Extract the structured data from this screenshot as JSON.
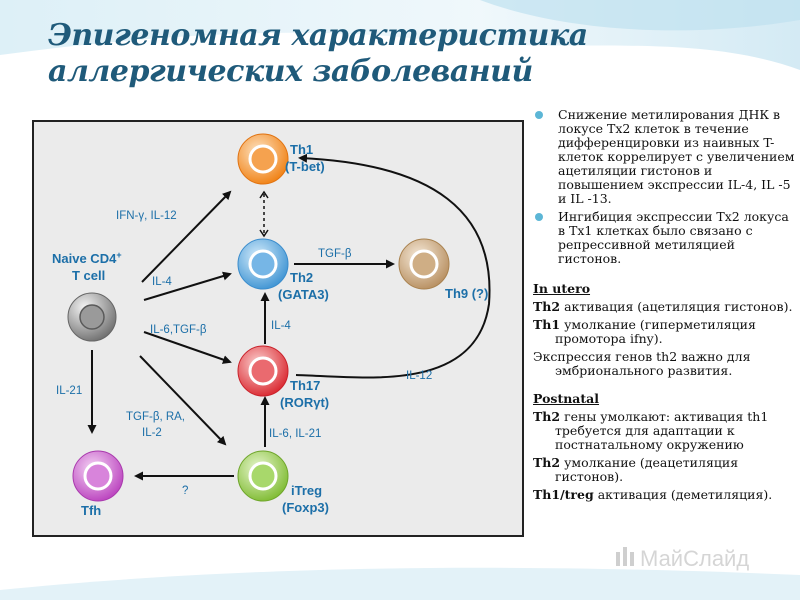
{
  "slide": {
    "title_line1": "Эпигеномная характеристика",
    "title_line2": "аллергических заболеваний"
  },
  "diagram": {
    "cells": {
      "naive": {
        "line1": "Naive CD4",
        "sup": "+",
        "line2": "T cell"
      },
      "th1": {
        "line1": "Th1",
        "line2": "(T-bet)"
      },
      "th2": {
        "line1": "Th2",
        "line2": "(GATA3)"
      },
      "th9": {
        "line1": "Th9 (?)"
      },
      "th17": {
        "line1": "Th17",
        "line2": "(RORγt)"
      },
      "itreg": {
        "line1": "iTreg",
        "line2": "(Foxp3)"
      },
      "tfh": {
        "line1": "Tfh"
      }
    },
    "arrow_labels": {
      "to_th1": "IFN-γ, IL-12",
      "to_th2": "IL-4",
      "to_th17": "IL-6,TGF-β",
      "to_itreg_1": "TGF-β, RA,",
      "to_itreg_2": "IL-2",
      "to_tfh": "IL-21",
      "th2_to_th9": "TGF-β",
      "th17_to_th2": "IL-4",
      "itreg_to_th17": "IL-6, IL-21",
      "itreg_to_tfh": "?",
      "th17_to_th1": "IL-12"
    },
    "colors": {
      "naive": "#8a8a8a",
      "th1": "#f0851e",
      "th2": "#4a9fd8",
      "th9": "#c9a57d",
      "th17": "#e0343a",
      "itreg": "#8cc63f",
      "tfh": "#c54fc8",
      "label_text": "#1c6fa8"
    }
  },
  "text_panel": {
    "bullets": [
      "Снижение метилирования ДНК в локусе Tx2 клеток в течение дифференцировки из наивных T-клеток коррелирует с увеличением ацетиляции гистонов и повышением экспрессии IL-4, IL -5 и IL -13.",
      "Ингибиция экспрессии Tx2 локуса в Tx1 клетках было связано с репрессивной метиляцией гистонов."
    ],
    "in_utero": {
      "heading": "In utero",
      "items": [
        {
          "bold": "Th2",
          "text": " активация (ацетиляция гистонов)."
        },
        {
          "bold": "Th1",
          "text": " умолкание (гиперметиляция промотора ifny)."
        },
        {
          "bold": "",
          "text": "Экспрессия генов th2 важно для эмбрионального развития."
        }
      ]
    },
    "postnatal": {
      "heading": "Postnatal",
      "items": [
        {
          "bold": "Th2",
          "text": " гены умолкают: активация th1 требуется для адаптации к постнатальному окружению"
        },
        {
          "bold": "Th2",
          "text": " умолкание (деацетиляция гистонов)."
        },
        {
          "bold": "Th1/treg",
          "text": " активация (деметиляция)."
        }
      ]
    }
  }
}
